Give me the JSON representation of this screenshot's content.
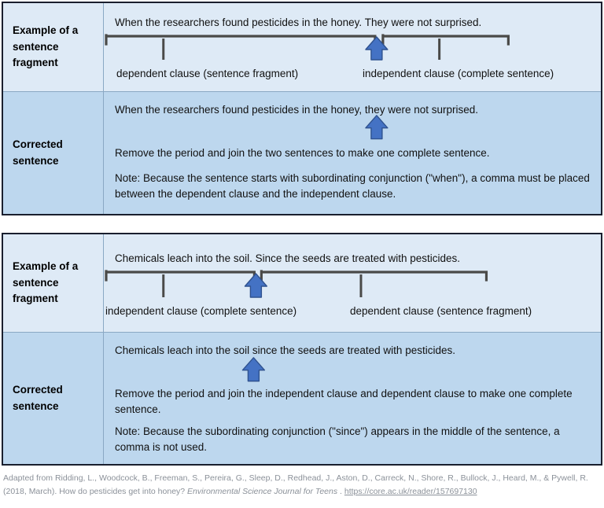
{
  "tables": [
    {
      "id": "table-1",
      "fragment": {
        "label": "Example of a sentence fragment",
        "sentence": "When the researchers found pesticides in the honey. They were not surprised.",
        "clause_labels": [
          "dependent clause (sentence fragment)",
          "independent clause (complete sentence)"
        ]
      },
      "corrected": {
        "label": "Corrected sentence",
        "sentence": "When the researchers found pesticides in the honey, they were not surprised.",
        "instruction": "Remove the period and join the two sentences to make one complete sentence.",
        "note": "Note: Because the sentence starts with subordinating conjunction (\"when\"), a comma must be placed between the dependent clause and the independent clause."
      }
    },
    {
      "id": "table-2",
      "fragment": {
        "label": "Example of a sentence fragment",
        "sentence": "Chemicals leach into the soil. Since the seeds are treated with pesticides.",
        "clause_labels": [
          "independent clause (complete sentence)",
          "dependent clause (sentence fragment)"
        ]
      },
      "corrected": {
        "label": "Corrected sentence",
        "sentence": "Chemicals leach into the soil since the seeds are treated with pesticides.",
        "instruction": "Remove the period and join the independent clause and dependent clause to make one complete sentence.",
        "note": "Note: Because the subordinating conjunction (\"since\") appears in the middle of the sentence, a comma is not used."
      }
    }
  ],
  "citation": {
    "authors_line": "Adapted from Ridding, L., Woodcock, B., Freeman, S., Pereira, G., Sleep, D., Redhead, J., Aston, D., Carreck, N., Shore, R., Bullock, J., Heard, M., & Pywell, R.",
    "date_title": "(2018, March). How do pesticides get into honey? ",
    "journal": "Environmental Science Journal for Teens",
    "separator": " . ",
    "url": "https://core.ac.uk/reader/157697130"
  },
  "colors": {
    "fragment_row_bg": "#deeaf6",
    "corrected_row_bg": "#bdd7ee",
    "table_border": "#1a1f2e",
    "bracket_line": "#4a4a48",
    "arrow_fill": "#4472c4",
    "arrow_stroke": "#2f528f",
    "citation_text": "#8b9199"
  },
  "icons": {
    "arrow": "up-arrow-icon",
    "bracket": "clause-bracket-icon"
  }
}
